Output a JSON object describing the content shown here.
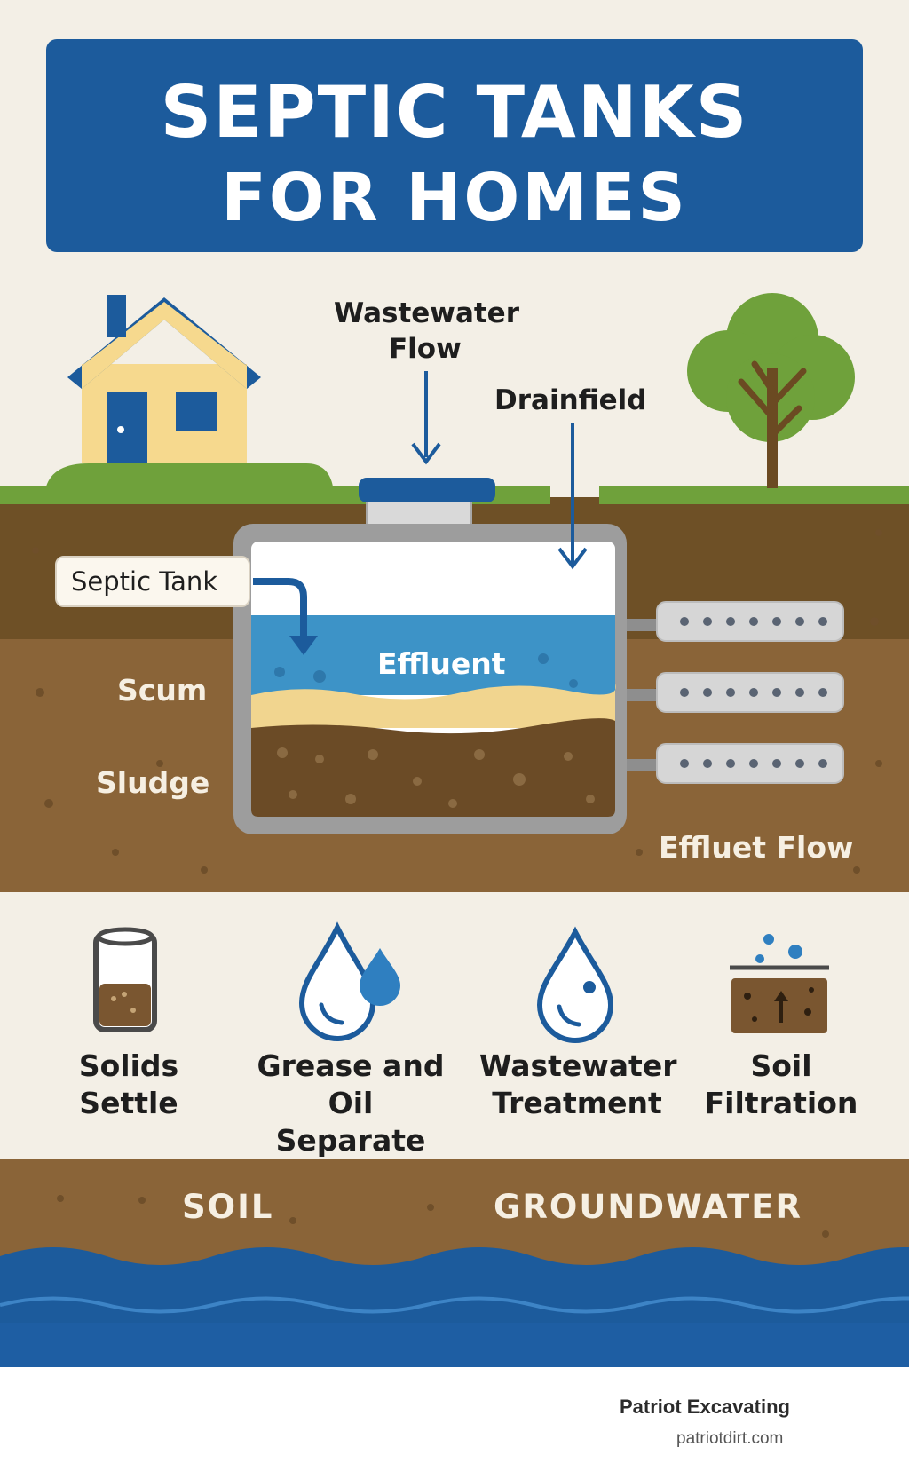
{
  "title": {
    "line1": "SEPTIC TANKS",
    "line2": "FOR HOMES"
  },
  "diagram_labels": {
    "wastewater_flow_1": "Wastewater",
    "wastewater_flow_2": "Flow",
    "drainfield": "Drainfield",
    "septic_tank": "Septic Tank",
    "effluent": "Effluent",
    "scum": "Scum",
    "sludge": "Sludge",
    "effluent_flow": "Effluet Flow"
  },
  "steps": [
    {
      "icon": "tank-cylinder-icon",
      "label": "Solids Settle"
    },
    {
      "icon": "water-drops-icon",
      "label": "Grease and Oil Separate"
    },
    {
      "icon": "water-drop-icon",
      "label": "Wastewater Treatment"
    },
    {
      "icon": "soil-filtration-icon",
      "label": "Soil Filtration"
    }
  ],
  "layers": {
    "soil": "SOIL",
    "groundwater": "GROUNDWATER"
  },
  "brand": {
    "name": "Patriot Excavating",
    "site": "patriotdirt.com"
  },
  "colors": {
    "banner": "#1c5b9c",
    "sky": "#f3efe6",
    "soil": "#8a6438",
    "topsoil": "#6e5026",
    "grass": "#6fa13b",
    "water": "#1c5b9c",
    "effluent": "#3d93c7",
    "scum": "#f1d58f",
    "sludge": "#6b4b26"
  }
}
